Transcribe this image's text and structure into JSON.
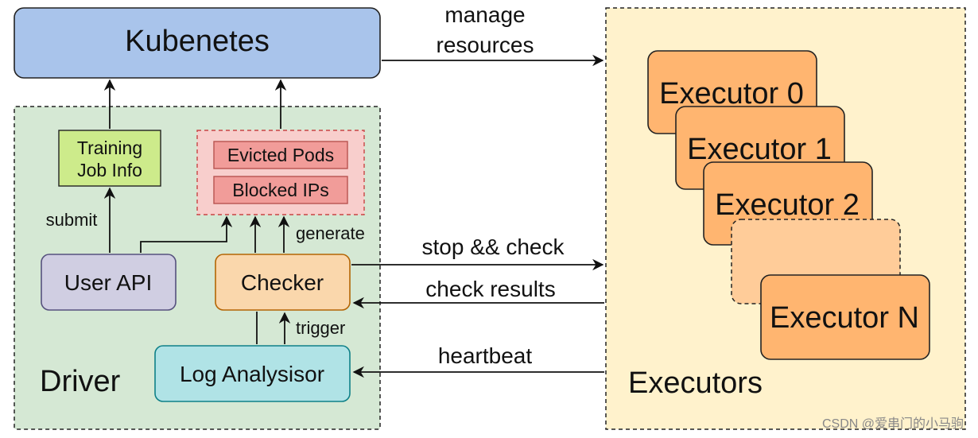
{
  "kubernetes": {
    "label": "Kubenetes",
    "color": "#a9c4eb"
  },
  "driver": {
    "label": "Driver",
    "color": "#d5e8d4",
    "training_job_info": {
      "line1": "Training",
      "line2": "Job Info",
      "color": "#cdeb8b"
    },
    "evicted_pods": {
      "label": "Evicted Pods",
      "color": "#f19c99"
    },
    "blocked_ips": {
      "label": "Blocked IPs",
      "color": "#f19c99"
    },
    "blocklist_group_color": "#f8cecc",
    "user_api": {
      "label": "User API",
      "color": "#d0cee2"
    },
    "checker": {
      "label": "Checker",
      "color": "#fad7ac"
    },
    "log_analysisor": {
      "label": "Log Analysisor",
      "color": "#b0e3e6"
    }
  },
  "executors": {
    "label": "Executors",
    "color": "#fff2cc",
    "executor_color": "#ffb570",
    "placeholder_color": "#ffcc99",
    "items": [
      "Executor 0",
      "Executor 1",
      "Executor 2",
      "Executor N"
    ]
  },
  "edges": {
    "manage_resources": {
      "line1": "manage",
      "line2": "resources"
    },
    "submit": "submit",
    "generate": "generate",
    "trigger": "trigger",
    "stop_check": "stop && check",
    "check_results": "check results",
    "heartbeat": "heartbeat"
  },
  "watermark": "CSDN @爱串门的小马驹"
}
